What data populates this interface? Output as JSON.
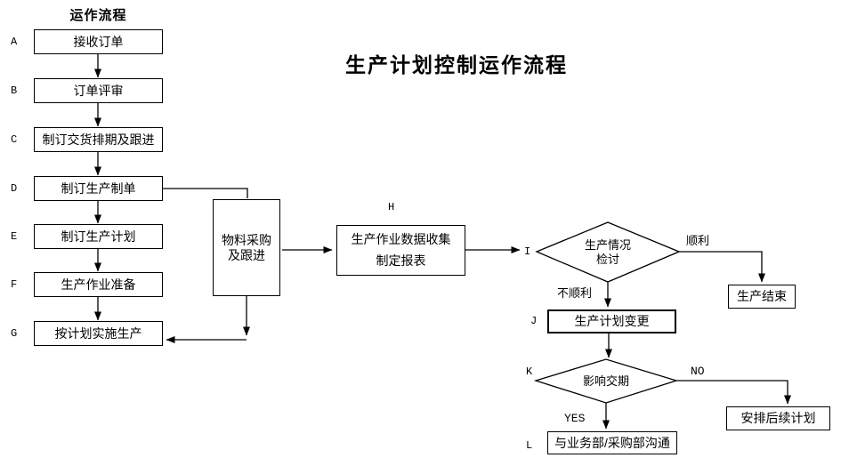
{
  "title": "生产计划控制运作流程",
  "left_column": {
    "header": "运作流程",
    "steps": [
      {
        "id": "A",
        "label": "接收订单"
      },
      {
        "id": "B",
        "label": "订单评审"
      },
      {
        "id": "C",
        "label": "制订交货排期及跟进"
      },
      {
        "id": "D",
        "label": "制订生产制单"
      },
      {
        "id": "E",
        "label": "制订生产计划"
      },
      {
        "id": "F",
        "label": "生产作业准备"
      },
      {
        "id": "G",
        "label": "按计划实施生产"
      }
    ]
  },
  "middle": {
    "material_box": {
      "line1": "物料采购",
      "line2": "及跟进"
    },
    "h_step": {
      "id": "H",
      "line1": "生产作业数据收集",
      "line2": "制定报表"
    }
  },
  "right_column": {
    "i_decision": {
      "id": "I",
      "line1": "生产情况",
      "line2": "检讨"
    },
    "production_end": {
      "label": "生产结束"
    },
    "j_step": {
      "id": "J",
      "label": "生产计划变更"
    },
    "k_decision": {
      "id": "K",
      "label": "影响交期"
    },
    "followup_plan": {
      "label": "安排后续计划"
    },
    "l_step": {
      "id": "L",
      "label": "与业务部/采购部沟通"
    }
  },
  "edge_labels": {
    "smooth": "顺利",
    "not_smooth": "不顺利",
    "no": "NO",
    "yes": "YES"
  },
  "colors": {
    "line": "#000000",
    "background": "#ffffff",
    "text": "#000000"
  }
}
